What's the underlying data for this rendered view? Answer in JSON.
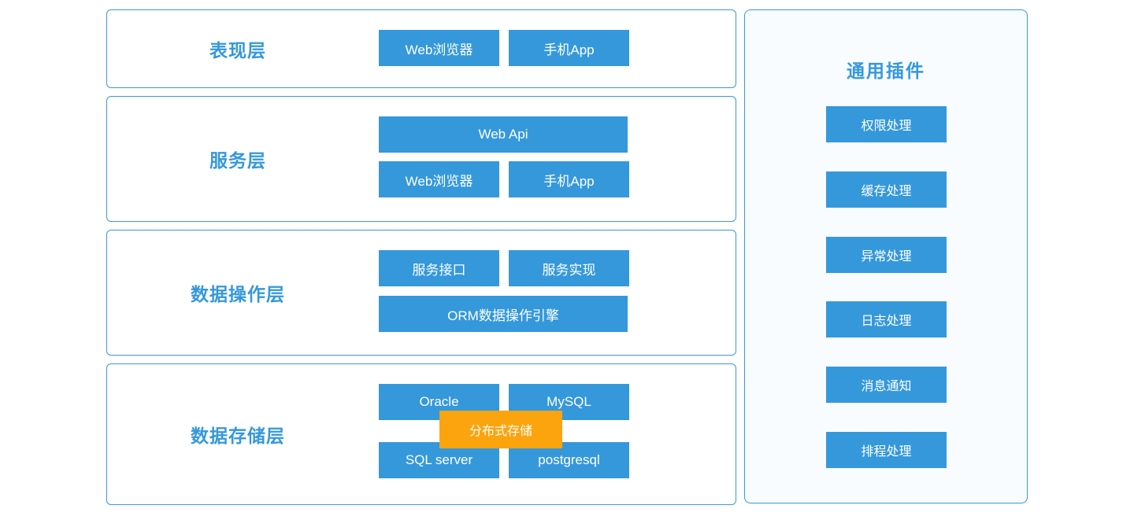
{
  "colors": {
    "node_blue": "#3598db",
    "border_blue": "#3a99d8",
    "label_blue": "#3598db",
    "overlay_orange": "#fca40e",
    "panel_bg": "#f8fcfe",
    "node_text": "#ffffff"
  },
  "layers": [
    {
      "label": "表现层",
      "rows": [
        [
          "Web浏览器",
          "手机App"
        ]
      ]
    },
    {
      "label": "服务层",
      "rows": [
        [
          "Web Api"
        ],
        [
          "Web浏览器",
          "手机App"
        ]
      ]
    },
    {
      "label": "数据操作层",
      "rows": [
        [
          "服务接口",
          "服务实现"
        ],
        [
          "ORM数据操作引擎"
        ]
      ]
    },
    {
      "label": "数据存储层",
      "rows": [
        [
          "Oracle",
          "MySQL"
        ],
        [
          "SQL server",
          "postgresql"
        ]
      ],
      "overlay": "分布式存储"
    }
  ],
  "plugins": {
    "title": "通用插件",
    "items": [
      "权限处理",
      "缓存处理",
      "异常处理",
      "日志处理",
      "消息通知",
      "排程处理"
    ]
  }
}
